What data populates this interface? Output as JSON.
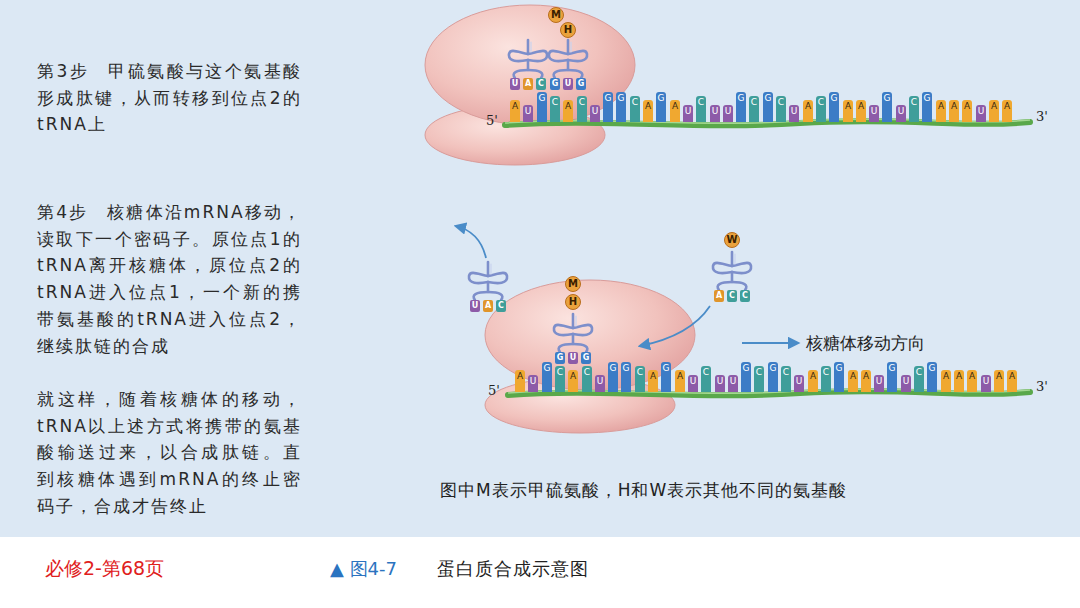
{
  "diagram": {
    "caption": "蛋白质合成示意图",
    "nodes": [
      {
        "text": [
          "M"
        ]
      },
      {
        "text": [
          "H"
        ]
      },
      {
        "text": [
          "A"
        ]
      },
      {
        "text": [
          "U"
        ]
      },
      {
        "text": [
          "G"
        ]
      },
      {
        "text": [
          "C"
        ]
      },
      {
        "text": [
          "A"
        ]
      },
      {
        "text": [
          "C"
        ]
      },
      {
        "text": [
          "U"
        ]
      },
      {
        "text": [
          "G"
        ]
      },
      {
        "text": [
          "G"
        ]
      },
      {
        "text": [
          "C"
        ]
      },
      {
        "text": [
          "A"
        ]
      },
      {
        "text": [
          "G"
        ]
      },
      {
        "text": [
          "A"
        ]
      },
      {
        "text": [
          "U"
        ]
      },
      {
        "text": [
          "C"
        ]
      },
      {
        "text": [
          "U"
        ]
      },
      {
        "text": [
          "U"
        ]
      },
      {
        "text": [
          "G"
        ]
      },
      {
        "text": [
          "C"
        ]
      },
      {
        "text": [
          "G"
        ]
      },
      {
        "text": [
          "C"
        ]
      },
      {
        "text": [
          "U"
        ]
      },
      {
        "text": [
          "A"
        ]
      },
      {
        "text": [
          "C"
        ]
      },
      {
        "text": [
          "G"
        ]
      },
      {
        "text": [
          "A"
        ]
      },
      {
        "text": [
          "A"
        ]
      },
      {
        "text": [
          "U"
        ]
      },
      {
        "text": [
          "G"
        ]
      },
      {
        "text": [
          "U"
        ]
      },
      {
        "text": [
          "C"
        ]
      },
      {
        "text": [
          "G"
        ]
      },
      {
        "text": [
          "A"
        ]
      },
      {
        "text": [
          "A"
        ]
      },
      {
        "text": [
          "A"
        ]
      },
      {
        "text": [
          "U"
        ]
      },
      {
        "text": [
          "A"
        ]
      },
      {
        "text": [
          "A"
        ]
      },
      {
        "text": [
          "M"
        ]
      },
      {
        "text": [
          "H"
        ]
      },
      {
        "text": [
          "W"
        ]
      },
      {
        "text": [
          "A"
        ]
      },
      {
        "text": [
          "U"
        ]
      },
      {
        "text": [
          "G"
        ]
      },
      {
        "text": [
          "C"
        ]
      },
      {
        "text": [
          "A"
        ]
      },
      {
        "text": [
          "C"
        ]
      },
      {
        "text": [
          "U"
        ]
      },
      {
        "text": [
          "G"
        ]
      },
      {
        "text": [
          "G"
        ]
      },
      {
        "text": [
          "C"
        ]
      },
      {
        "text": [
          "A"
        ]
      },
      {
        "text": [
          "G"
        ]
      },
      {
        "text": [
          "A"
        ]
      },
      {
        "text": [
          "U"
        ]
      },
      {
        "text": [
          "C"
        ]
      },
      {
        "text": [
          "U"
        ]
      },
      {
        "text": [
          "U"
        ]
      },
      {
        "text": [
          "G"
        ]
      },
      {
        "text": [
          "C"
        ]
      },
      {
        "text": [
          "G"
        ]
      },
      {
        "text": [
          "C"
        ]
      },
      {
        "text": [
          "U"
        ]
      },
      {
        "text": [
          "A"
        ]
      },
      {
        "text": [
          "C"
        ]
      },
      {
        "text": [
          "G"
        ]
      },
      {
        "text": [
          "A"
        ]
      },
      {
        "text": [
          "A"
        ]
      },
      {
        "text": [
          "U"
        ]
      },
      {
        "text": [
          "G"
        ]
      },
      {
        "text": [
          "U"
        ]
      },
      {
        "text": [
          "C"
        ]
      },
      {
        "text": [
          "G"
        ]
      },
      {
        "text": [
          "A"
        ]
      },
      {
        "text": [
          "A"
        ]
      },
      {
        "text": [
          "A"
        ]
      },
      {
        "text": [
          "U"
        ]
      },
      {
        "text": [
          "A"
        ]
      },
      {
        "text": [
          "A"
        ]
      }
    ],
    "labels": [
      "第3步　甲硫氨酸与这个氨基酸形成肽键，从而转移到位点2的tRNA上",
      "第4步　核糖体沿mRNA移动，读取下一个密码子。原位点1的tRNA离开核糖体，原位点2的tRNA进入位点1，一个新的携带氨基酸的tRNA进入位点2，继续肽链的合成",
      "就这样，随着核糖体的移动，tRNA以上述方式将携带的氨基酸输送过来，以合成肽链。直到核糖体遇到mRNA的终止密码子，合成才告终止",
      "5'",
      "3'",
      "U",
      "A",
      "C",
      "G",
      "U",
      "G",
      "核糖体移动方向",
      "5'",
      "3'",
      "U",
      "A",
      "C",
      "G",
      "U",
      "G",
      "A",
      "C",
      "C",
      "图中M表示甲硫氨酸，H和W表示其他不同的氨基酸",
      "必修2-第68页",
      "▲ 图4-7"
    ]
  }
}
